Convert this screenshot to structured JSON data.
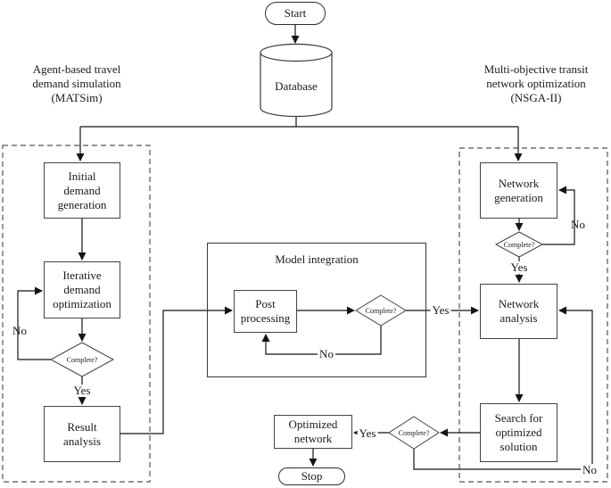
{
  "sections": {
    "left_title": "Agent-based travel\ndemand simulation\n(MATSim)",
    "right_title": "Multi-objective transit\nnetwork optimization\n(NSGA-II)",
    "middle_title": "Model integration"
  },
  "nodes": {
    "start": "Start",
    "database": "Database",
    "initial_demand": "Initial\ndemand\ngeneration",
    "iterative_demand": "Iterative\ndemand\noptimization",
    "complete": "Complete?",
    "result_analysis": "Result\nanalysis",
    "post_processing": "Post\nprocessing",
    "network_generation": "Network\ngeneration",
    "network_analysis": "Network\nanalysis",
    "search_solution": "Search for\noptimized\nsolution",
    "optimized_network": "Optimized\nnetwork",
    "stop": "Stop"
  },
  "edge_labels": {
    "yes": "Yes",
    "no": "No"
  },
  "colors": {
    "line": "#141414",
    "box_border": "#434343",
    "dashed_border": "#555555",
    "background": "#ffffff"
  }
}
